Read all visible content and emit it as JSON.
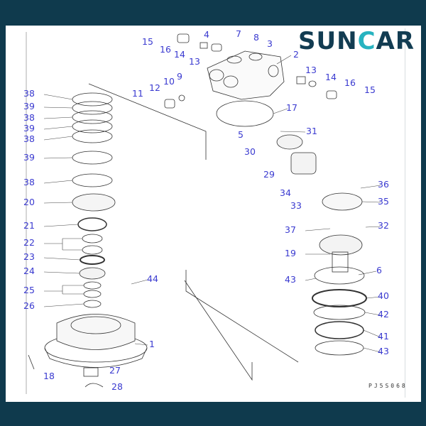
{
  "logo": {
    "text_left": "SUN",
    "text_c": "C",
    "text_right": "AR"
  },
  "drawing_code": "PJ5S068",
  "part_labels": [
    "15",
    "16",
    "4",
    "7",
    "8",
    "14",
    "13",
    "3",
    "2",
    "13",
    "14",
    "16",
    "15",
    "9",
    "10",
    "12",
    "11",
    "17",
    "5",
    "31",
    "30",
    "29",
    "34",
    "36",
    "33",
    "35",
    "37",
    "32",
    "19",
    "6",
    "43",
    "40",
    "42",
    "41",
    "43",
    "38",
    "39",
    "38",
    "39",
    "38",
    "39",
    "38",
    "20",
    "21",
    "22",
    "23",
    "24",
    "25",
    "26",
    "44",
    "1",
    "18",
    "27",
    "28"
  ],
  "colors": {
    "frame": "#0f3a4d",
    "label": "#3a3ad0",
    "logo_dark": "#123c52",
    "logo_accent": "#27b3c0"
  }
}
